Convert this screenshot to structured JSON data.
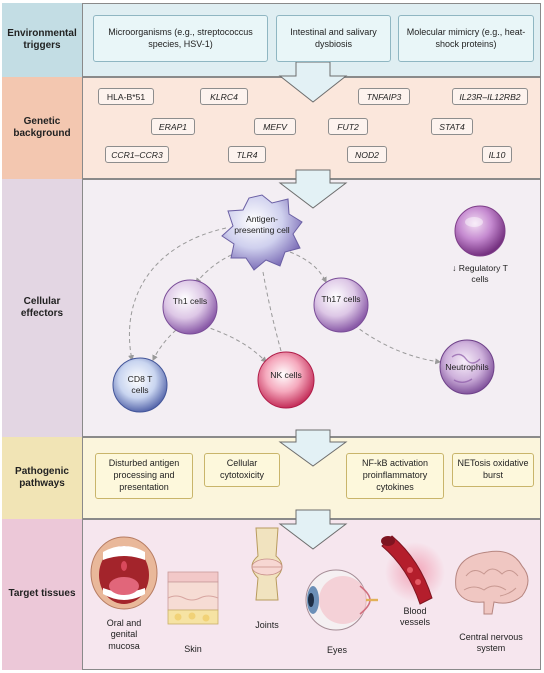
{
  "rows": {
    "environmental": "Environmental triggers",
    "genetic": "Genetic background",
    "cellular": "Cellular effectors",
    "pathogenic": "Pathogenic pathways",
    "target": "Target tissues"
  },
  "environmental_triggers": [
    "Microorganisms (e.g., streptococcus species, HSV-1)",
    "Intestinal and salivary dysbiosis",
    "Molecular mimicry (e.g., heat-shock proteins)"
  ],
  "genes": {
    "hla_b51": "HLA-B*51",
    "klrc4": "KLRC4",
    "tnfaip3": "TNFAIP3",
    "il23r": "IL23R–IL12RB2",
    "erap1": "ERAP1",
    "mefv": "MEFV",
    "fut2": "FUT2",
    "stat4": "STAT4",
    "ccr1": "CCR1–CCR3",
    "tlr4": "TLR4",
    "nod2": "NOD2",
    "il10": "IL10"
  },
  "cells": {
    "apc": "Antigen-presenting cell",
    "treg": "↓ Regulatory T cells",
    "th1": "Th1 cells",
    "th17": "Th17 cells",
    "cd8": "CD8 T cells",
    "nk": "NK cells",
    "neutrophils": "Neutrophils"
  },
  "pathways": [
    "Disturbed antigen processing and presentation",
    "Cellular cytotoxicity",
    "NF-kB activation proinflammatory cytokines",
    "NETosis oxidative burst"
  ],
  "tissues": {
    "oral": "Oral and genital mucosa",
    "skin": "Skin",
    "joints": "Joints",
    "eyes": "Eyes",
    "vessels": "Blood vessels",
    "cns": "Central nervous system"
  },
  "colors": {
    "arrow_fill": "#e3f1f5",
    "arrow_stroke": "#6d6d6d",
    "apc": "#b7b5dd",
    "th_cells": "#c9a6d6",
    "cd8": "#a7b9e4",
    "nk": "#ec7390",
    "neutrophil": "#b792c7",
    "treg": "#a65fb5"
  }
}
